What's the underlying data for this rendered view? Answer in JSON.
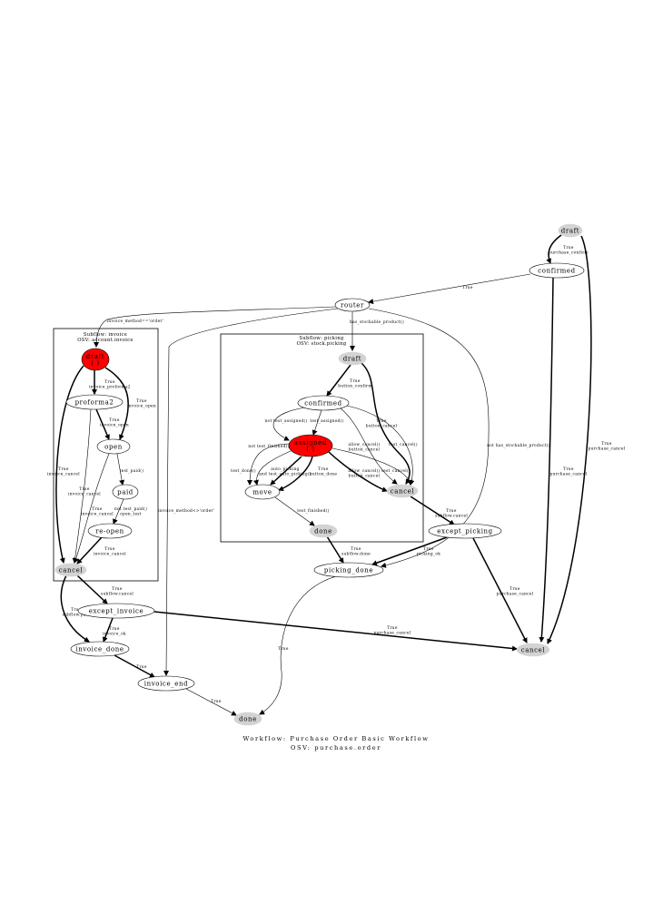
{
  "colors": {
    "gray": "#d3d3d3",
    "red": "#ff0000",
    "white": "#ffffff",
    "line": "#000000"
  },
  "caption": {
    "line1": "Workflow: Purchase Order Basic Workflow",
    "line2": "OSV: purchase.order"
  },
  "clusters": [
    {
      "id": "cluster_invoice",
      "line1": "Subflow: invoice",
      "line2": "OSV: account.invoice"
    },
    {
      "id": "cluster_picking",
      "line1": "Subflow: picking",
      "line2": "OSV: stock.picking"
    }
  ],
  "nodes": [
    {
      "id": "draft",
      "label": "draft",
      "fill": "gray"
    },
    {
      "id": "confirmed",
      "label": "confirmed",
      "fill": "white"
    },
    {
      "id": "router",
      "label": "router",
      "fill": "white"
    },
    {
      "id": "cancel_main",
      "label": "cancel",
      "fill": "gray"
    },
    {
      "id": "picking_done",
      "label": "picking_done",
      "fill": "white"
    },
    {
      "id": "except_picking",
      "label": "except_picking",
      "fill": "white"
    },
    {
      "id": "except_invoice",
      "label": "except_invoice",
      "fill": "white"
    },
    {
      "id": "invoice_done",
      "label": "invoice_done",
      "fill": "white"
    },
    {
      "id": "invoice_end",
      "label": "invoice_end",
      "fill": "white"
    },
    {
      "id": "done",
      "label": "done",
      "fill": "gray"
    },
    {
      "id": "inv_draft",
      "label": "draft",
      "label2": "(  )",
      "fill": "red"
    },
    {
      "id": "inv_proforma2",
      "label": "proforma2",
      "fill": "white"
    },
    {
      "id": "inv_open",
      "label": "open",
      "fill": "white"
    },
    {
      "id": "inv_paid",
      "label": "paid",
      "fill": "white"
    },
    {
      "id": "inv_reopen",
      "label": "re-open",
      "fill": "white"
    },
    {
      "id": "inv_cancel",
      "label": "cancel",
      "fill": "gray"
    },
    {
      "id": "pk_draft",
      "label": "draft",
      "fill": "gray"
    },
    {
      "id": "pk_confirmed",
      "label": "confirmed",
      "fill": "white"
    },
    {
      "id": "pk_assigned",
      "label": "assigned",
      "label2": "(  )",
      "fill": "red"
    },
    {
      "id": "pk_move",
      "label": "move",
      "fill": "white"
    },
    {
      "id": "pk_cancel",
      "label": "cancel",
      "fill": "gray"
    },
    {
      "id": "pk_done",
      "label": "done",
      "fill": "gray"
    }
  ],
  "edges": [
    {
      "id": "e_draft_confirmed",
      "lines": [
        "True",
        "purchase_confirm"
      ]
    },
    {
      "id": "e_confirmed_router",
      "lines": [
        "True"
      ]
    },
    {
      "id": "e_confirmed_cancel",
      "lines": [
        "True",
        "purchase_cancel"
      ]
    },
    {
      "id": "e_draft_cancel",
      "lines": [
        "True",
        "purchase_cancel"
      ]
    },
    {
      "id": "e_router_inv",
      "lines": [
        "invoice_method=='order'"
      ]
    },
    {
      "id": "e_router_pk",
      "lines": [
        "has_stockable_product()"
      ]
    },
    {
      "id": "e_router_invend",
      "lines": [
        "invoice_method<>'order'"
      ]
    },
    {
      "id": "e_router_pkdone",
      "lines": [
        "not has_stockable_product()"
      ]
    },
    {
      "id": "e_inv_d_p",
      "lines": [
        "True",
        "invoice_proforma2"
      ]
    },
    {
      "id": "e_inv_d_o",
      "lines": [
        "True",
        "invoice_open"
      ]
    },
    {
      "id": "e_inv_p_o",
      "lines": [
        "True",
        "invoice_open"
      ]
    },
    {
      "id": "e_inv_d_c",
      "lines": [
        "True",
        "invoice_cancel"
      ]
    },
    {
      "id": "e_inv_p_c",
      "lines": [
        "True",
        "invoice_cancel"
      ]
    },
    {
      "id": "e_inv_o_paid",
      "lines": [
        "test_paid()"
      ]
    },
    {
      "id": "e_inv_o_c",
      "lines": [
        "True",
        "invoice_cancel"
      ]
    },
    {
      "id": "e_inv_paid_reopen",
      "lines": [
        "not test_paid()",
        "open_test"
      ]
    },
    {
      "id": "e_inv_reopen_c",
      "lines": [
        "True",
        "invoice_cancel"
      ]
    },
    {
      "id": "e_pk_d_c",
      "lines": [
        "True",
        "button_confirm"
      ]
    },
    {
      "id": "e_pk_d_cancel",
      "lines": [
        "True",
        "button_cancel"
      ]
    },
    {
      "id": "e_pk_c_a",
      "lines": [
        "test_assigned()"
      ]
    },
    {
      "id": "e_pk_c_notass",
      "lines": [
        "not test_assigned()"
      ]
    },
    {
      "id": "e_pk_a_notfin",
      "lines": [
        "not test_finished()"
      ]
    },
    {
      "id": "e_pk_c_cancel",
      "lines": [
        "test_cancel()"
      ]
    },
    {
      "id": "e_pk_c_cancel2",
      "lines": [
        "allow_cancel()",
        "button_cancel"
      ]
    },
    {
      "id": "e_pk_a_move",
      "lines": [
        "auto_picking",
        "and test_auto_picking()"
      ]
    },
    {
      "id": "e_pk_a_move2",
      "lines": [
        "True",
        "button_done"
      ]
    },
    {
      "id": "e_pk_a_testdone",
      "lines": [
        "test_done()"
      ]
    },
    {
      "id": "e_pk_a_cancel",
      "lines": [
        "allow_cancel()",
        "button_cancel"
      ]
    },
    {
      "id": "e_pk_a_cancel2",
      "lines": [
        "test_cancel()"
      ]
    },
    {
      "id": "e_pk_move_done",
      "lines": [
        "test_finished()"
      ]
    },
    {
      "id": "e_pkdone",
      "lines": [
        "True",
        "subflow.done"
      ]
    },
    {
      "id": "e_pkcancel_except",
      "lines": [
        "True",
        "subflow.cancel"
      ]
    },
    {
      "id": "e_except_pkdone",
      "lines": [
        "True",
        "picking_ok"
      ]
    },
    {
      "id": "e_except_cancel",
      "lines": [
        "True",
        "purchase_cancel"
      ]
    },
    {
      "id": "e_pkdone_done",
      "lines": [
        "True"
      ]
    },
    {
      "id": "e_invcancel_except",
      "lines": [
        "True",
        "subflow.cancel"
      ]
    },
    {
      "id": "e_invpaid_invdone",
      "lines": [
        "True",
        "subflow.paid"
      ]
    },
    {
      "id": "e_exceptinv_invdone",
      "lines": [
        "True",
        "invoice_ok"
      ]
    },
    {
      "id": "e_exceptinv_cancel",
      "lines": [
        "True",
        "purchase_cancel"
      ]
    },
    {
      "id": "e_invdone_invend",
      "lines": [
        "True"
      ]
    },
    {
      "id": "e_invend_done",
      "lines": [
        "True"
      ]
    }
  ]
}
